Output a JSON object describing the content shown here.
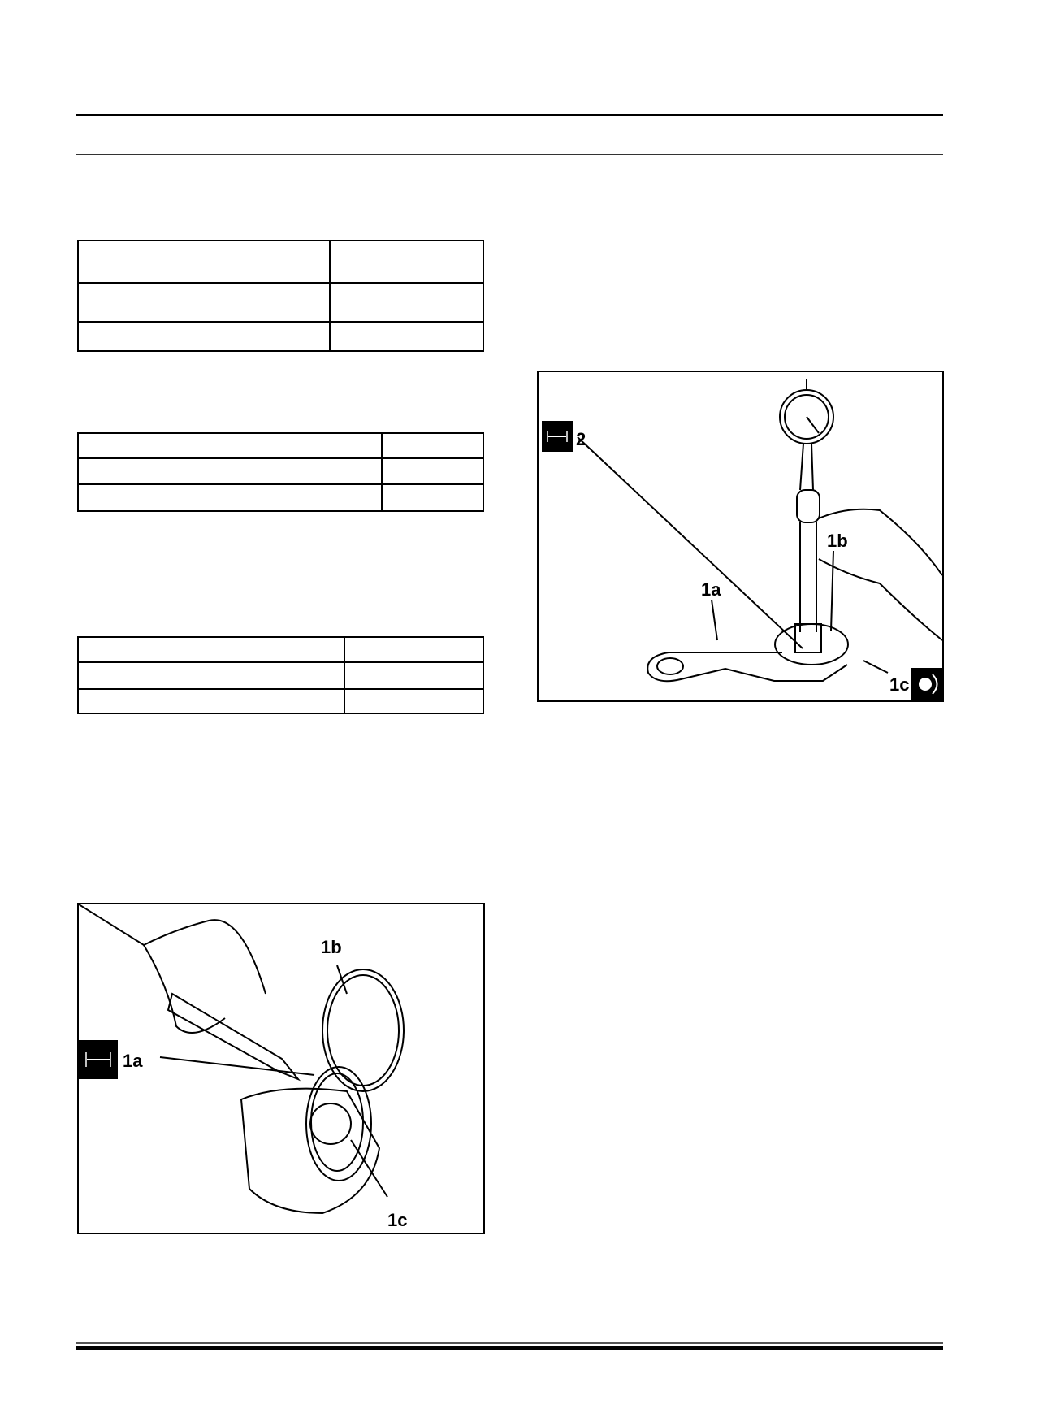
{
  "header": {},
  "tables": [
    {
      "rows": [
        [
          "",
          ""
        ],
        [
          "",
          ""
        ],
        [
          "",
          ""
        ]
      ]
    },
    {
      "rows": [
        [
          "",
          ""
        ],
        [
          "",
          ""
        ],
        [
          "",
          ""
        ]
      ]
    },
    {
      "rows": [
        [
          "",
          ""
        ],
        [
          "",
          ""
        ],
        [
          "",
          ""
        ]
      ]
    }
  ],
  "figures": {
    "conrod_bore_gauge": {
      "labels": {
        "l2": "2",
        "l1a": "1a",
        "l1b": "1b",
        "l1c": "1c"
      },
      "icons": [
        "measure-icon",
        "rotate-icon"
      ]
    },
    "piston_ring_gap": {
      "labels": {
        "l1a": "1a",
        "l1b": "1b",
        "l1c": "1c"
      },
      "icons": [
        "measure-icon"
      ]
    }
  }
}
